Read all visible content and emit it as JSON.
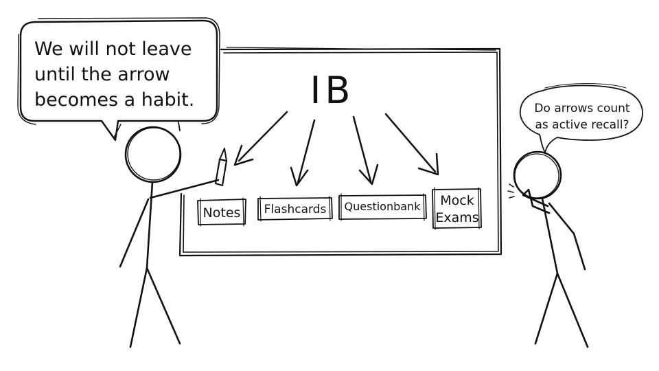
{
  "whiteboard": {
    "title": "IB",
    "boxes": [
      {
        "lines": [
          "Notes"
        ]
      },
      {
        "lines": [
          "Flashcards"
        ]
      },
      {
        "lines": [
          "Questionbank"
        ]
      },
      {
        "lines": [
          "Mock",
          "Exams"
        ]
      }
    ]
  },
  "teacher": {
    "speech_lines": [
      "We will not leave",
      "until the arrow",
      "becomes a habit."
    ]
  },
  "student": {
    "thought_lines": [
      "Do arrows count",
      "as active recall?"
    ]
  },
  "colors": {
    "ink": "#111111",
    "background": "#ffffff"
  }
}
